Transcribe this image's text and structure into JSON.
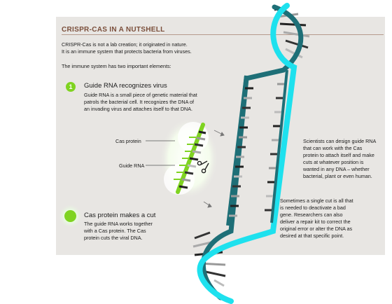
{
  "title": "CRISPR-CAS IN A NUTSHELL",
  "intro": {
    "line1": "CRISPR-Cas is not a lab creation; it originated in nature.",
    "line2": "It is an immune system that protects bacteria from viruses.",
    "line3": "The immune system has two important elements:"
  },
  "element1": {
    "number": "1",
    "heading": "Guide RNA recognizes virus",
    "lines": [
      "Guide RNA is a small piece of genetic material that",
      "patrols the bacterial cell. It recognizes the DNA of",
      "an invading virus and attaches itself to that DNA."
    ]
  },
  "element2": {
    "heading": "Cas protein makes a cut",
    "lines": [
      "The guide RNA works together",
      "with a Cas protein. The Cas",
      "protein cuts the viral DNA."
    ]
  },
  "labels": {
    "cas_protein": "Cas protein",
    "guide_rna": "Guide RNA"
  },
  "right1": {
    "lines": [
      "Scientists can design guide RNA",
      "that can work with the Cas",
      "protein to attach itself and make",
      "cuts at whatever position is",
      "wanted in any DNA – whether",
      "bacterial, plant or even human."
    ]
  },
  "right2": {
    "lines": [
      "Sometimes a single cut is all that",
      "is needed to deactivate a bad",
      "gene. Researchers can also",
      "deliver a repair kit to correct the",
      "original error or alter the DNA as",
      "desired at that specific point."
    ]
  },
  "colors": {
    "cyan_strand": "#1ee1ee",
    "teal_strand": "#1e6f77",
    "accent_green": "#7fd321",
    "title_brown": "#7a4e3a",
    "panel_bg": "#e8e6e3"
  }
}
